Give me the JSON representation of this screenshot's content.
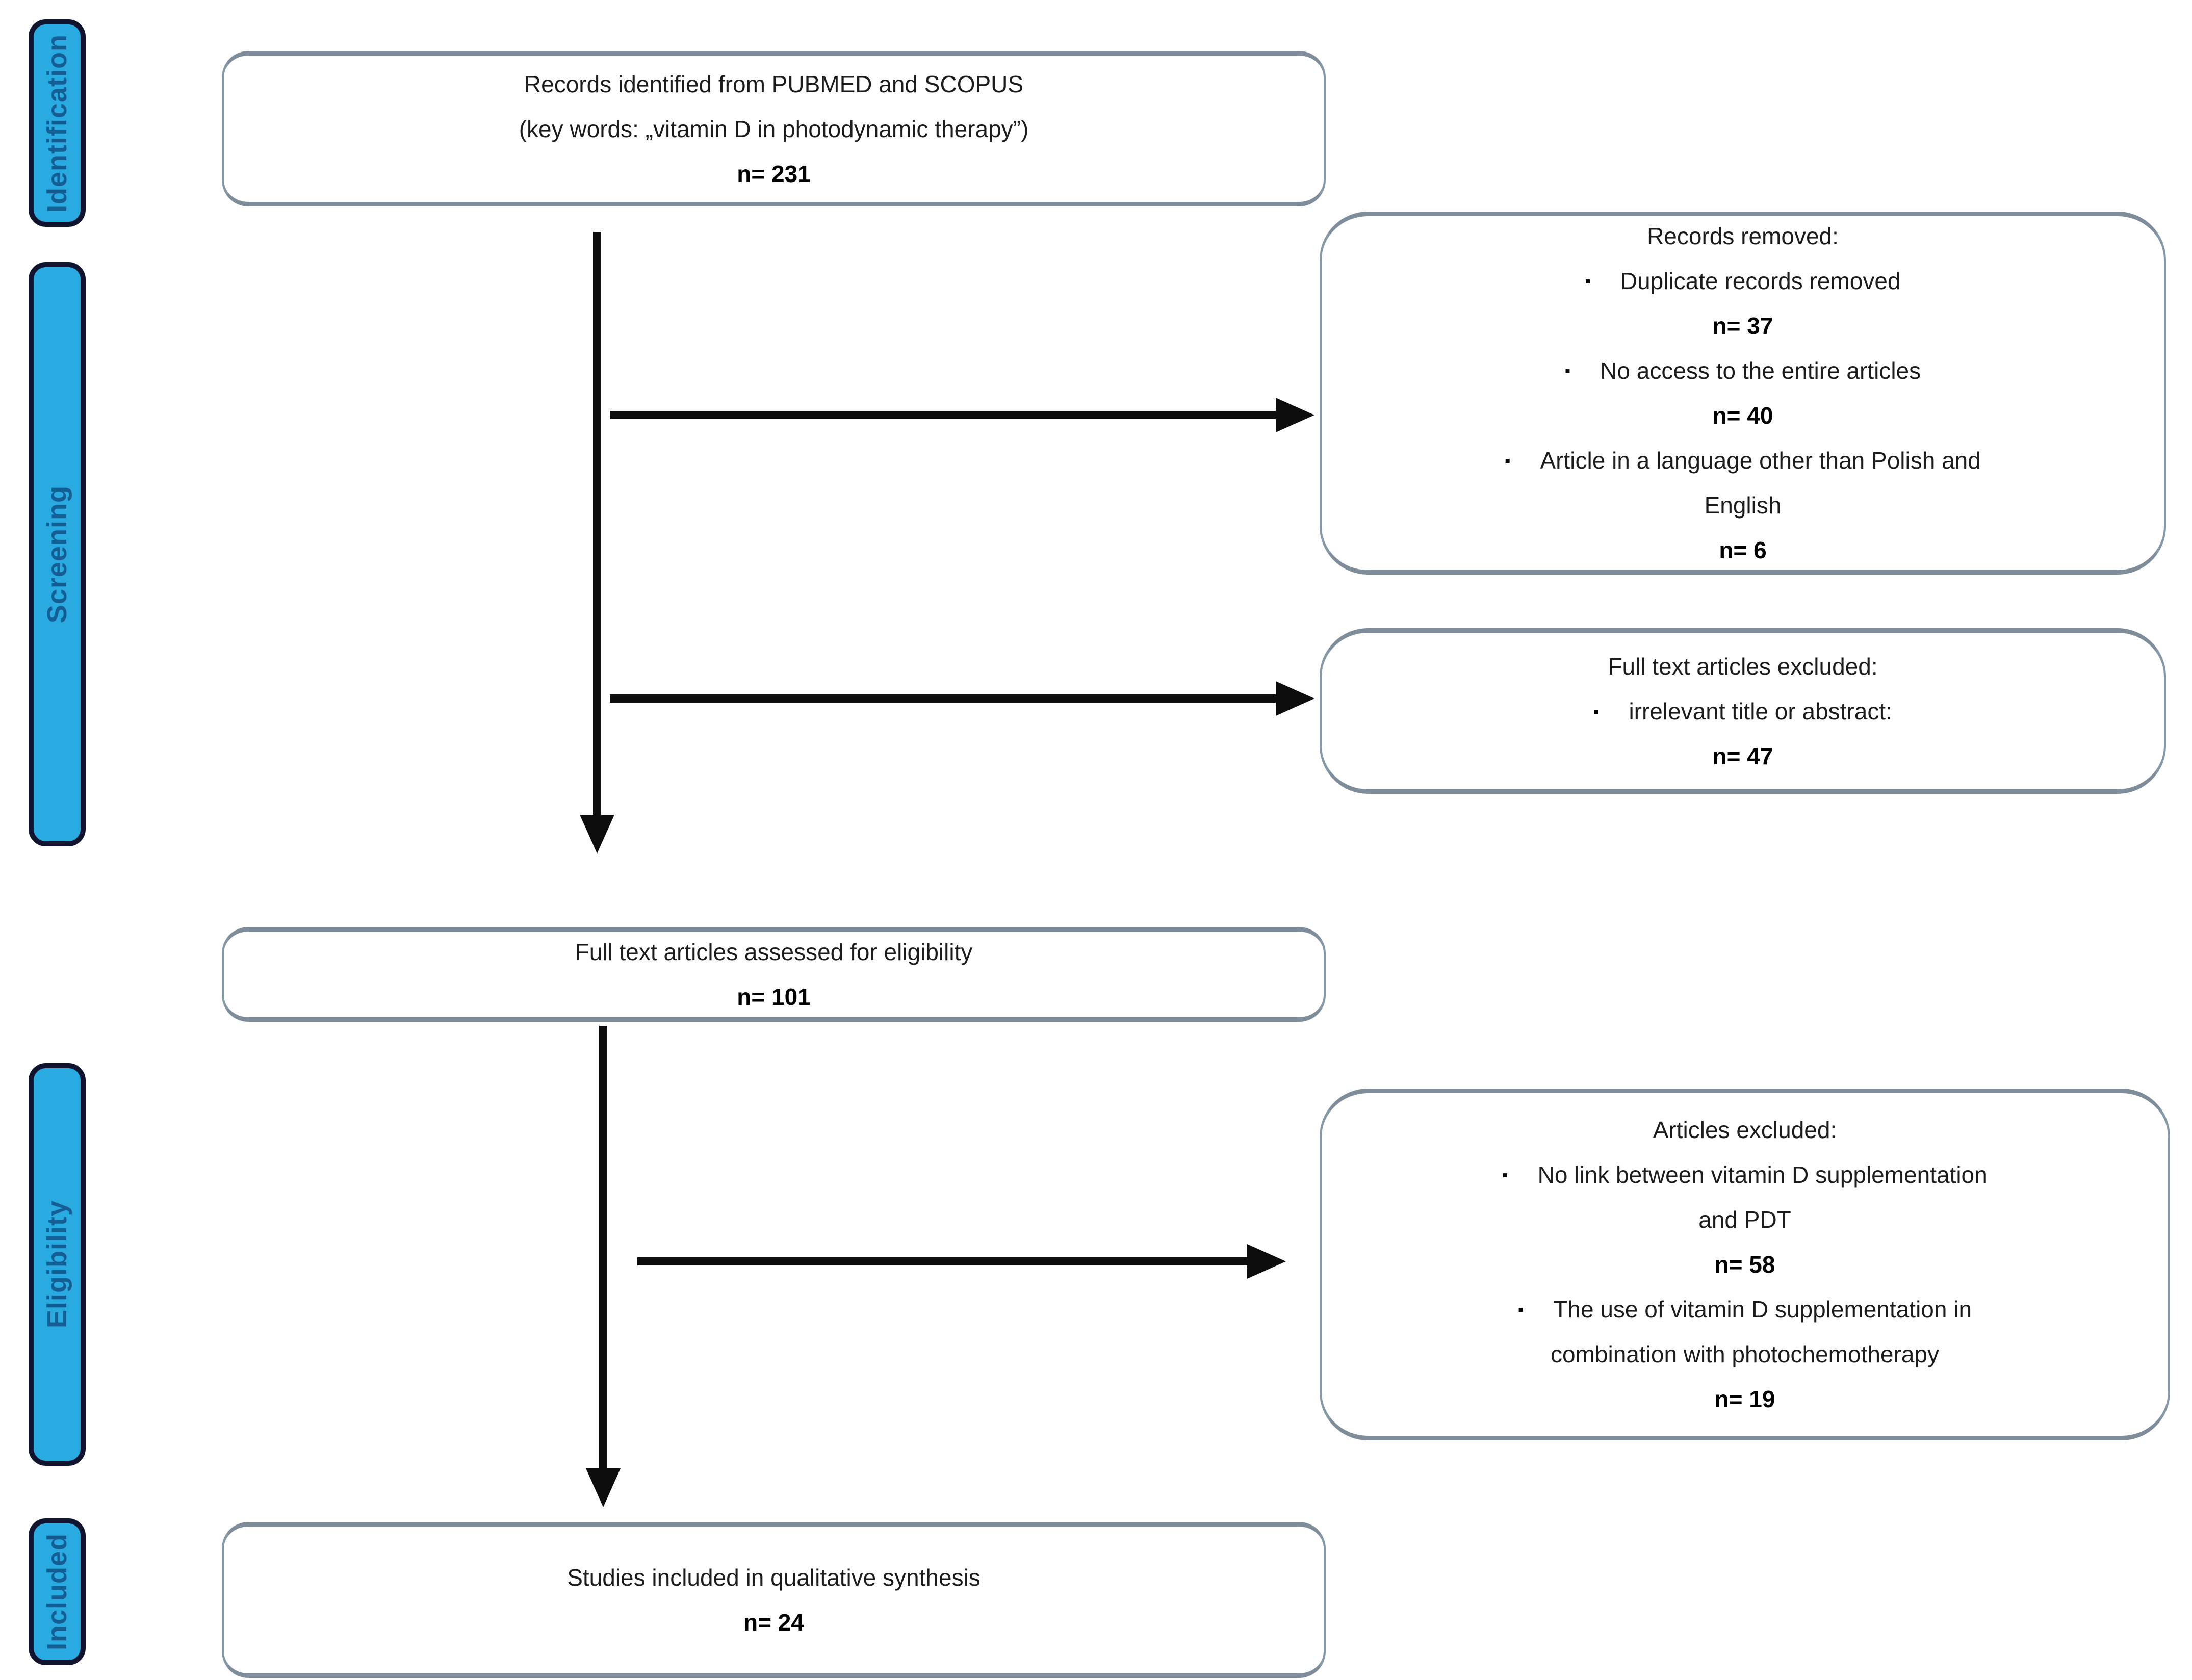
{
  "palette": {
    "background": "#FFFFFF",
    "sidebar_fill": "#29ABE2",
    "sidebar_border": "#10142E",
    "sidebar_text": "#155E93",
    "box_border": "#8499A6",
    "box_edge_gray": "#7F8C99",
    "arrow_color": "#0D0D0D"
  },
  "icons": {
    "bullet": "▪"
  },
  "sidebar": {
    "items": [
      {
        "label": "Identification"
      },
      {
        "label": "Screening"
      },
      {
        "label": "Eligibility"
      },
      {
        "label": "Included"
      }
    ]
  },
  "boxes": {
    "identified": {
      "lines": [
        "Records identified from PUBMED and SCOPUS",
        "(key words: „vitamin D in photodynamic therapy”)",
        "n= 231"
      ]
    },
    "records_removed": {
      "lines": [
        "Records removed:",
        "Duplicate records removed",
        "n= 37",
        "No access to the entire articles",
        "n= 40",
        "Article in a language other than Polish and",
        "English",
        "n= 6"
      ]
    },
    "fulltext_excluded": {
      "lines": [
        "Full text articles excluded:",
        "irrelevant title or abstract:",
        "n= 47"
      ]
    },
    "assessed": {
      "lines": [
        "Full text articles assessed for eligibility",
        "n= 101"
      ]
    },
    "articles_excluded": {
      "lines": [
        "Articles excluded:",
        "No link between vitamin D supplementation",
        "and PDT",
        "n= 58",
        "The use of vitamin D supplementation in",
        "combination with photochemotherapy",
        "n= 19"
      ]
    },
    "included": {
      "lines": [
        "Studies included in qualitative synthesis",
        "n= 24"
      ]
    }
  }
}
